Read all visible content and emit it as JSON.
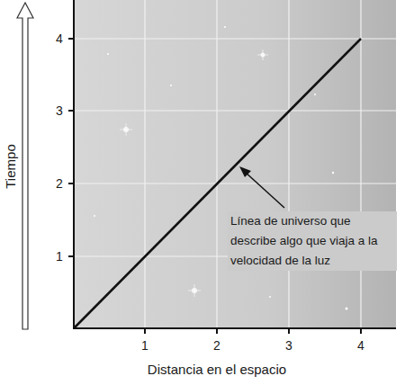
{
  "diagram": {
    "labels": [
      "Tiempo",
      "4",
      "3",
      "2",
      "1",
      "Línea de universo que describe algo que viaja a la velocidad de la luz",
      "1",
      "2",
      "3",
      "4",
      "Distancia en el espacio"
    ]
  }
}
